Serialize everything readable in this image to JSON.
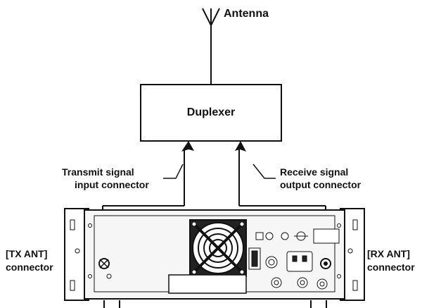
{
  "labels": {
    "antenna": "Antenna",
    "duplexer": "Duplexer",
    "tx_signal_line1": "Transmit signal",
    "tx_signal_line2": "input connector",
    "rx_signal_line1": "Receive signal",
    "rx_signal_line2": "output connector",
    "tx_ant_line1": "[TX ANT]",
    "tx_ant_line2": "connector",
    "rx_ant_line1": "[RX ANT]",
    "rx_ant_line2": "connector"
  },
  "colors": {
    "ink": "#111111",
    "background": "#ffffff",
    "panel_fill": "#f6f6f6"
  }
}
